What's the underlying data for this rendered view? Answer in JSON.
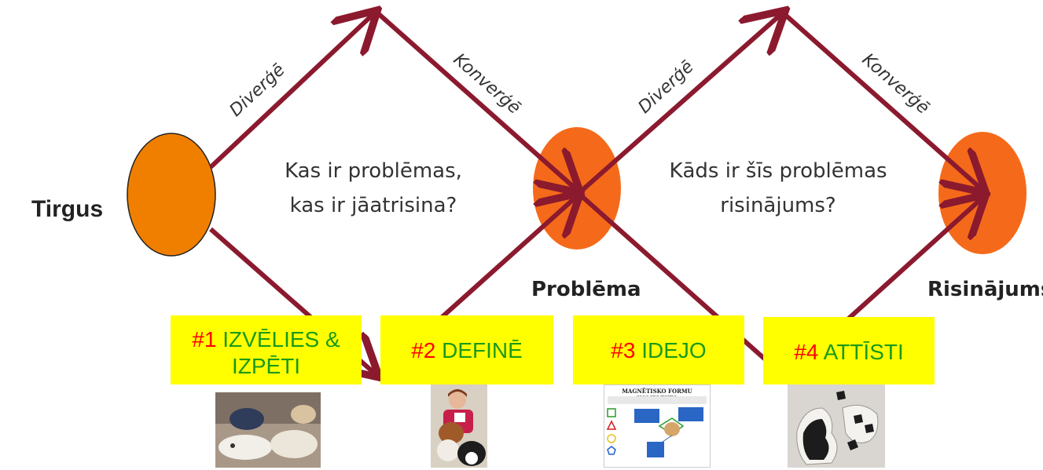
{
  "left_label": "Tirgus",
  "arrows": {
    "diverge_1": "Diverģē",
    "converge_1": "Konverģē",
    "diverge_2": "Diverģē",
    "converge_2": "Konverģē",
    "color": "#8b1a2e"
  },
  "questions": {
    "q1": "Kas ir problēmas, kas ir jāatrisina?",
    "q2": "Kāds ir šīs problēmas risinājums?"
  },
  "nodes": {
    "market_color": "#f07f00",
    "problem_label": "Problēma",
    "problem_color": "#f56a1a",
    "solution_label": "Risinājums",
    "solution_color": "#f56a1a"
  },
  "steps": [
    {
      "num": "#1",
      "word": "IZVĒLIES & IZPĒTI"
    },
    {
      "num": "#2",
      "word": "DEFINĒ"
    },
    {
      "num": "#3",
      "word": "IDEJO"
    },
    {
      "num": "#4",
      "word": "ATTĪSTI"
    }
  ],
  "photos": {
    "photo_3_title": "MAGNĒTISKO FORMU KOMPLEKTS"
  },
  "colors": {
    "step_bg": "#ffff00",
    "step_num": "#ff0000",
    "step_word": "#1a9a1a"
  }
}
